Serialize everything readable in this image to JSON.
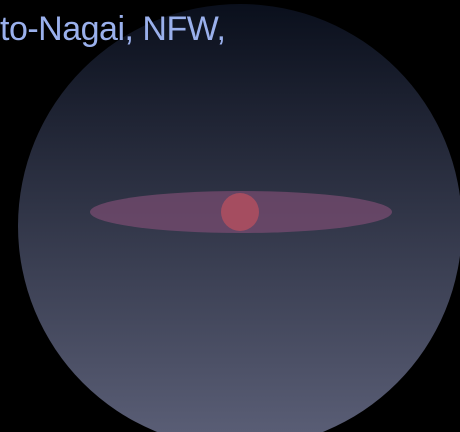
{
  "caption": "to-Nagai, NFW,",
  "colors": {
    "background": "#000000",
    "caption": "#9ab0ec",
    "halo_top": "#0a0f1c",
    "halo_bottom": "#5c6078",
    "disk": "#7a4c72",
    "bulge": "#b04f5f"
  },
  "components": {
    "halo": {
      "shape": "sphere"
    },
    "disk": {
      "shape": "flat-ellipse"
    },
    "bulge": {
      "shape": "small-sphere"
    }
  }
}
